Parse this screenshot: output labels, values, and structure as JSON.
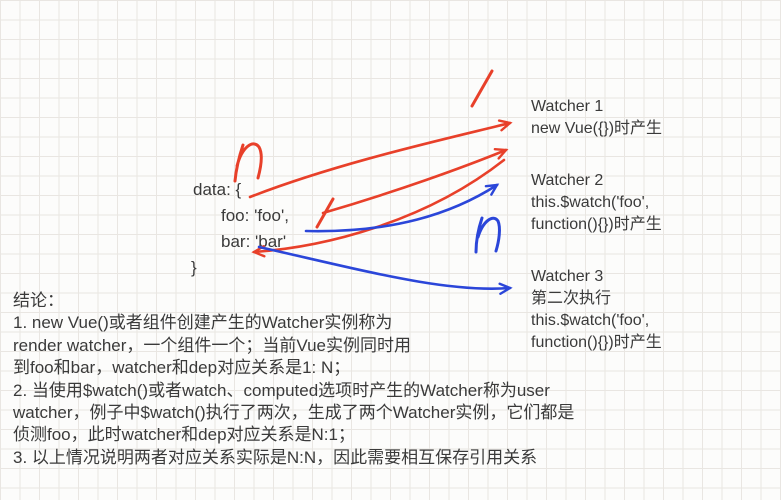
{
  "code": {
    "lines": [
      "data: {",
      "foo: 'foo',",
      "bar: 'bar'",
      "}"
    ]
  },
  "watchers": [
    {
      "title": "Watcher 1",
      "lines": [
        "new Vue({})时产生"
      ]
    },
    {
      "title": "Watcher 2",
      "lines": [
        "this.$watch('foo',",
        "function(){})时产生"
      ]
    },
    {
      "title": "Watcher 3",
      "lines": [
        "第二次执行",
        "this.$watch('foo',",
        "function(){})时产生"
      ]
    }
  ],
  "annotations": {
    "red_n": "n",
    "red_one_top": "1",
    "red_one_foo": "1",
    "blue_n": "n"
  },
  "conclusion": {
    "heading": "结论：",
    "lines": [
      "1. new Vue()或者组件创建产生的Watcher实例称为",
      "render watcher，一个组件一个；当前Vue实例同时用",
      "到foo和bar，watcher和dep对应关系是1: N；",
      "2. 当使用$watch()或者watch、computed选项时产生的Watcher称为user",
      "watcher，例子中$watch()执行了两次，生成了两个Watcher实例，它们都是",
      "侦测foo，此时watcher和dep对应关系是N:1；",
      "3. 以上情况说明两者对应关系实际是N:N，因此需要相互保存引用关系"
    ]
  },
  "colors": {
    "red": "#e8402a",
    "blue": "#2b46d9",
    "ink": "#3a3a3a",
    "grid": "#e9e6e2"
  }
}
